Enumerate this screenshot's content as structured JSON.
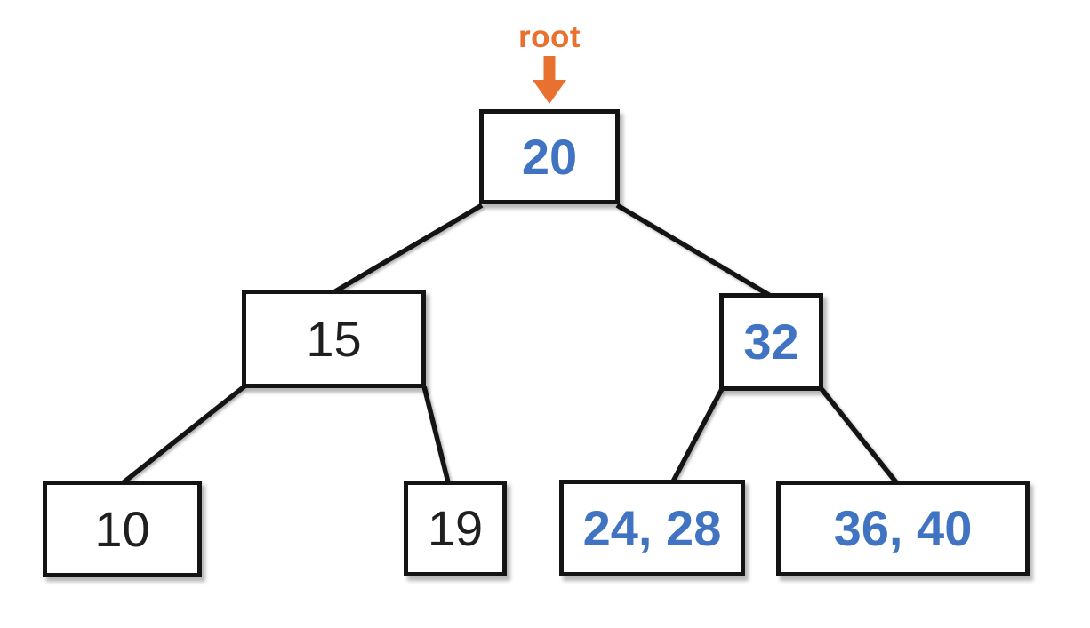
{
  "diagram": {
    "type": "search-tree",
    "pointer_label": "root",
    "nodes": {
      "root": "20",
      "internal_left": "15",
      "internal_right": "32",
      "leaf_far_left": "10",
      "leaf_mid_left": "19",
      "leaf_mid_right": "24, 28",
      "leaf_far_right": "36, 40"
    },
    "node_key_colors": {
      "root": "blue",
      "internal_left": "black",
      "internal_right": "blue",
      "leaf_far_left": "black",
      "leaf_mid_left": "black",
      "leaf_mid_right": "blue",
      "leaf_far_right": "blue"
    },
    "edges": [
      [
        "20",
        "15"
      ],
      [
        "20",
        "32"
      ],
      [
        "15",
        "10"
      ],
      [
        "15",
        "19"
      ],
      [
        "32",
        "24, 28"
      ],
      [
        "32",
        "36, 40"
      ]
    ],
    "colors": {
      "key_blue": "#4173C3",
      "key_black": "#1F1F1F",
      "pointer_orange": "#E8712F",
      "line_black": "#141414",
      "background": "#FFFFFF"
    }
  }
}
